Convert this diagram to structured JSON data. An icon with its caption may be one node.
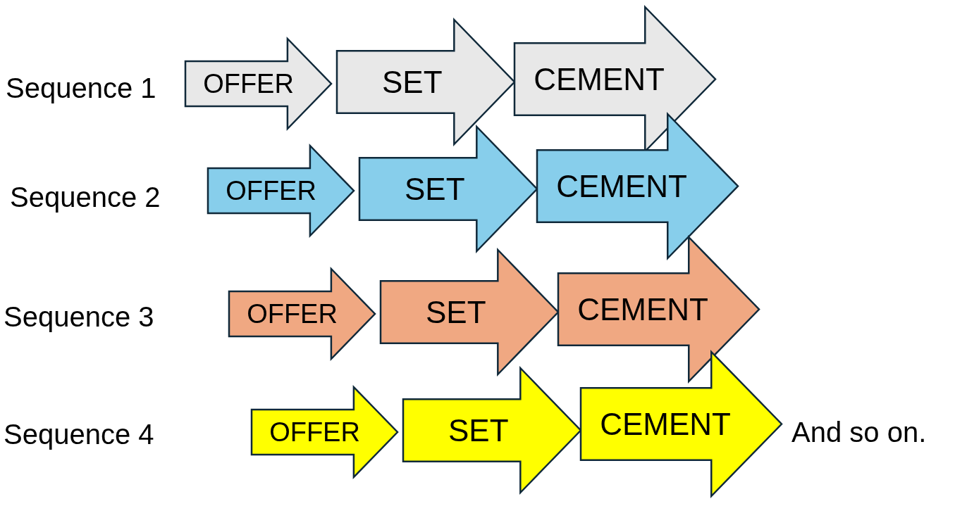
{
  "diagram": {
    "nodes": [
      {
        "text": [
          "OFFER"
        ]
      },
      {
        "text": [
          "SET"
        ]
      },
      {
        "text": [
          "CEMENT"
        ]
      },
      {
        "text": [
          "OFFER"
        ]
      },
      {
        "text": [
          "SET"
        ]
      },
      {
        "text": [
          "CEMENT"
        ]
      },
      {
        "text": [
          "OFFER"
        ]
      },
      {
        "text": [
          "SET"
        ]
      },
      {
        "text": [
          "CEMENT"
        ]
      },
      {
        "text": [
          "OFFER"
        ]
      },
      {
        "text": [
          "SET"
        ]
      },
      {
        "text": [
          "CEMENT"
        ]
      }
    ],
    "labels": [
      "Sequence 1",
      "Sequence 2",
      "Sequence 3",
      "Sequence 4",
      "And so on."
    ]
  }
}
